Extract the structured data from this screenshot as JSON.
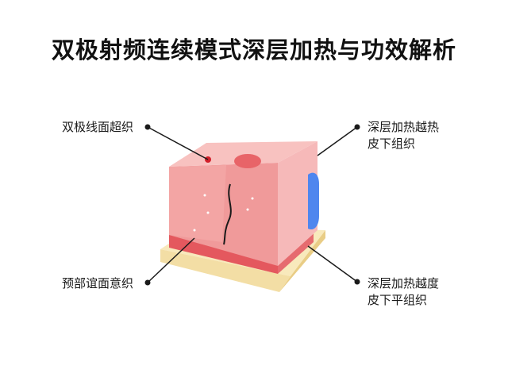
{
  "title": "双极射频连续模式深层加热与功效解析",
  "labels": {
    "top_left": "双极线面超织",
    "bottom_left": "预部谊面意织",
    "top_right_line1": "深层加热越热",
    "top_right_line2": "皮下组织",
    "bottom_right_line1": "深层加热越度",
    "bottom_right_line2": "皮下平组织"
  },
  "colors": {
    "skin_front": "#f09a9a",
    "skin_top": "#f8c2c0",
    "skin_side": "#f6b9b9",
    "dermis_band": "#e4585e",
    "fat_base": "#f5e3ad",
    "electrode_blue": "#4f86ee",
    "red_dot": "#d21f2a"
  }
}
